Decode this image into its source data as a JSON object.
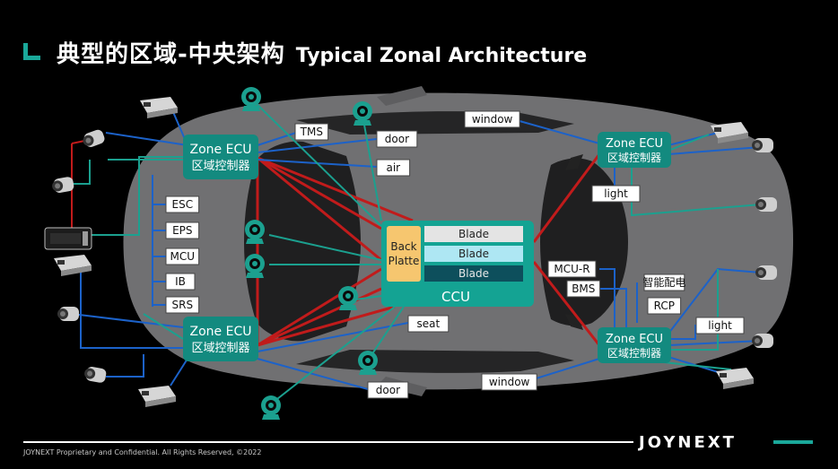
{
  "title": {
    "chinese": "典型的区域-中央架构",
    "english": "Typical Zonal Architecture"
  },
  "zones": [
    {
      "id": "front-left",
      "line1": "Zone ECU",
      "line2": "区域控制器"
    },
    {
      "id": "rear-left",
      "line1": "Zone ECU",
      "line2": "区域控制器"
    },
    {
      "id": "front-right",
      "line1": "Zone ECU",
      "line2": "区域控制器"
    },
    {
      "id": "rear-right",
      "line1": "Zone ECU",
      "line2": "区域控制器"
    }
  ],
  "ccu": {
    "label": "CCU",
    "backplate": [
      "Back",
      "Platte"
    ],
    "blades": [
      "Blade",
      "Blade",
      "Blade"
    ]
  },
  "labels": {
    "tms": "TMS",
    "door_top": "door",
    "air": "air",
    "window_top": "window",
    "light_top": "light",
    "esc": "ESC",
    "eps": "EPS",
    "mcu": "MCU",
    "ib": "IB",
    "srs": "SRS",
    "mcu_r": "MCU-R",
    "bms": "BMS",
    "smart_pd": "智能配电",
    "rcp": "RCP",
    "light_bottom": "light",
    "seat": "seat",
    "door_bottom": "door",
    "window_bottom": "window"
  },
  "footer": {
    "text": "JOYNEXT Proprietary and Confidential. All Rights Reserved, ©2022",
    "brand": "JOYNEXT"
  },
  "colors": {
    "background": "#000000",
    "zone_fill": "#138a7f",
    "ccu_fill": "#14a393",
    "backplate_fill": "#f6c66f",
    "blade_1": "#e4e4e4",
    "blade_2": "#aee7f3",
    "blade_3": "#0d4f5c",
    "link_red": "#c11b1b",
    "link_blue": "#1c62c9",
    "link_teal": "#1ba08f",
    "car_body": "#6f6f71",
    "glass": "#202021"
  }
}
